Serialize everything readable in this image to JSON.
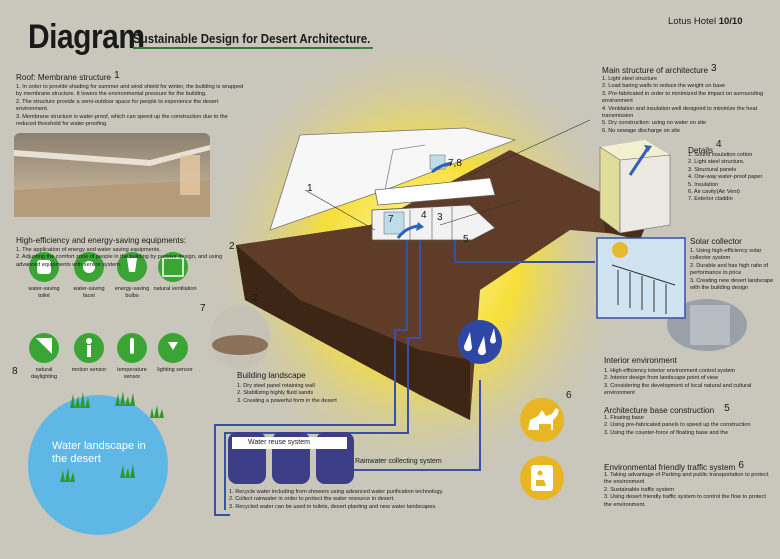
{
  "header": {
    "title": "Diagram",
    "subtitle": "Sustainable Design for Desert Architecture.",
    "brand_name": "Lotus Hotel",
    "brand_page": "10/10"
  },
  "roof": {
    "title": "Roof: Membrane structure",
    "num": "1",
    "items": [
      "1. In order to provide shading for summer and wind shield for winter, the building is wrapped by membrane structure. It lowers the environmental pressure for the building.",
      "2. The structure provide a semi-outdoor space for people to experience the desert environment.",
      "3. Membrane structure is water-proof, which can speed up the construction due to the reduced threshold for water-proofing."
    ]
  },
  "equipment": {
    "title": "High-efficiency and energy-saving equipments:",
    "items": [
      "1. The application of energy and water saving equipments.",
      "2. Adjusting the comfort zone of people in the building by passive design, and using advanced equipments with sensor system."
    ],
    "icons": [
      {
        "label": "water-saving toilet"
      },
      {
        "label": "water-saving facet"
      },
      {
        "label": "energy-saving bulbs"
      },
      {
        "label": "natural ventilation"
      },
      {
        "label": "natural daylighting"
      },
      {
        "label": "motion sensor"
      },
      {
        "label": "temperature sensor"
      },
      {
        "label": "lighting sensor"
      }
    ],
    "num_left": "8",
    "num_right": "7"
  },
  "main_structure": {
    "title": "Main structure of architecture",
    "num": "3",
    "items": [
      "1. Light steel structure",
      "2. Load baring walls to reduce the weight on base",
      "3. Pre-fabricated in order to minimized the impact on surrounding environment",
      "4. Ventilation and insulation well designed to minimize the heat transmission",
      "5. Dry construction: using no water on site",
      "6. No sewage discharge on site"
    ]
  },
  "details": {
    "title": "Details",
    "num": "4",
    "items": [
      "1. Sound insulation cotton",
      "2. Light steel structure.",
      "3. Structural panels",
      "4. One-way water-proof paper",
      "5. Insulation",
      "6. Air cavity(Air Vent)",
      "7. Exterior claddin"
    ]
  },
  "solar": {
    "title": "Solar collector",
    "items": [
      "1. Using high-efficiency solar collector system",
      "2. Durable and has high ratio of performance to price",
      "3. Creating new desert landscape with the building design"
    ]
  },
  "interior": {
    "title": "Interior environment",
    "items": [
      "1. High efficiency interior environment control system",
      "2. Interior design from landscape point of view",
      "3. Considering the development of local natural and cultural environment"
    ]
  },
  "base": {
    "title": "Architecture base construction",
    "num": "5",
    "items": [
      "1. Floating base",
      "2. Using pre-fabricated panels to speed up the construction",
      "3. Using the counter-force of floating base and the"
    ]
  },
  "traffic": {
    "title": "Environmental friendly traffic system",
    "num": "6",
    "items": [
      "1. Taking advantage of Parking and public transportation to protect the environment",
      "2. Sustainable traffic system",
      "3. Using desert friendly traffic system to control the flow to protect the environment."
    ]
  },
  "landscape": {
    "title": "Building landscape",
    "num": "2",
    "items": [
      "1. Dry steel panel retaining wall",
      "2. Stabilizing highly fluid sands",
      "3. Creating a powerful form in the desert"
    ]
  },
  "water": {
    "circle_text": "Water landscape in the desert",
    "reuse_label": "Water reuse system",
    "collect_label": "Rainwater collecting system",
    "items": [
      "1. Recycle water including from showers using advanced water purification technology.",
      "2. Collect rainwater in order to protect the water resource in desert.",
      "3. Recycled water can be used in toilets, desert planting and new water landscapes."
    ]
  },
  "diagram_labels": {
    "n1": "1",
    "n2": "2",
    "n3": "3",
    "n4": "4",
    "n5": "5",
    "n6": "6",
    "n7": "7",
    "n78": "7,8"
  },
  "colors": {
    "background": "#c9c6bb",
    "ground": "#5e3c27",
    "accent_green": "#3aa534",
    "water_blue": "#5fb7e5",
    "pipe_blue": "#3a4fa8",
    "glow_yellow": "#f6df3a",
    "traffic_yellow": "#e8b623"
  }
}
